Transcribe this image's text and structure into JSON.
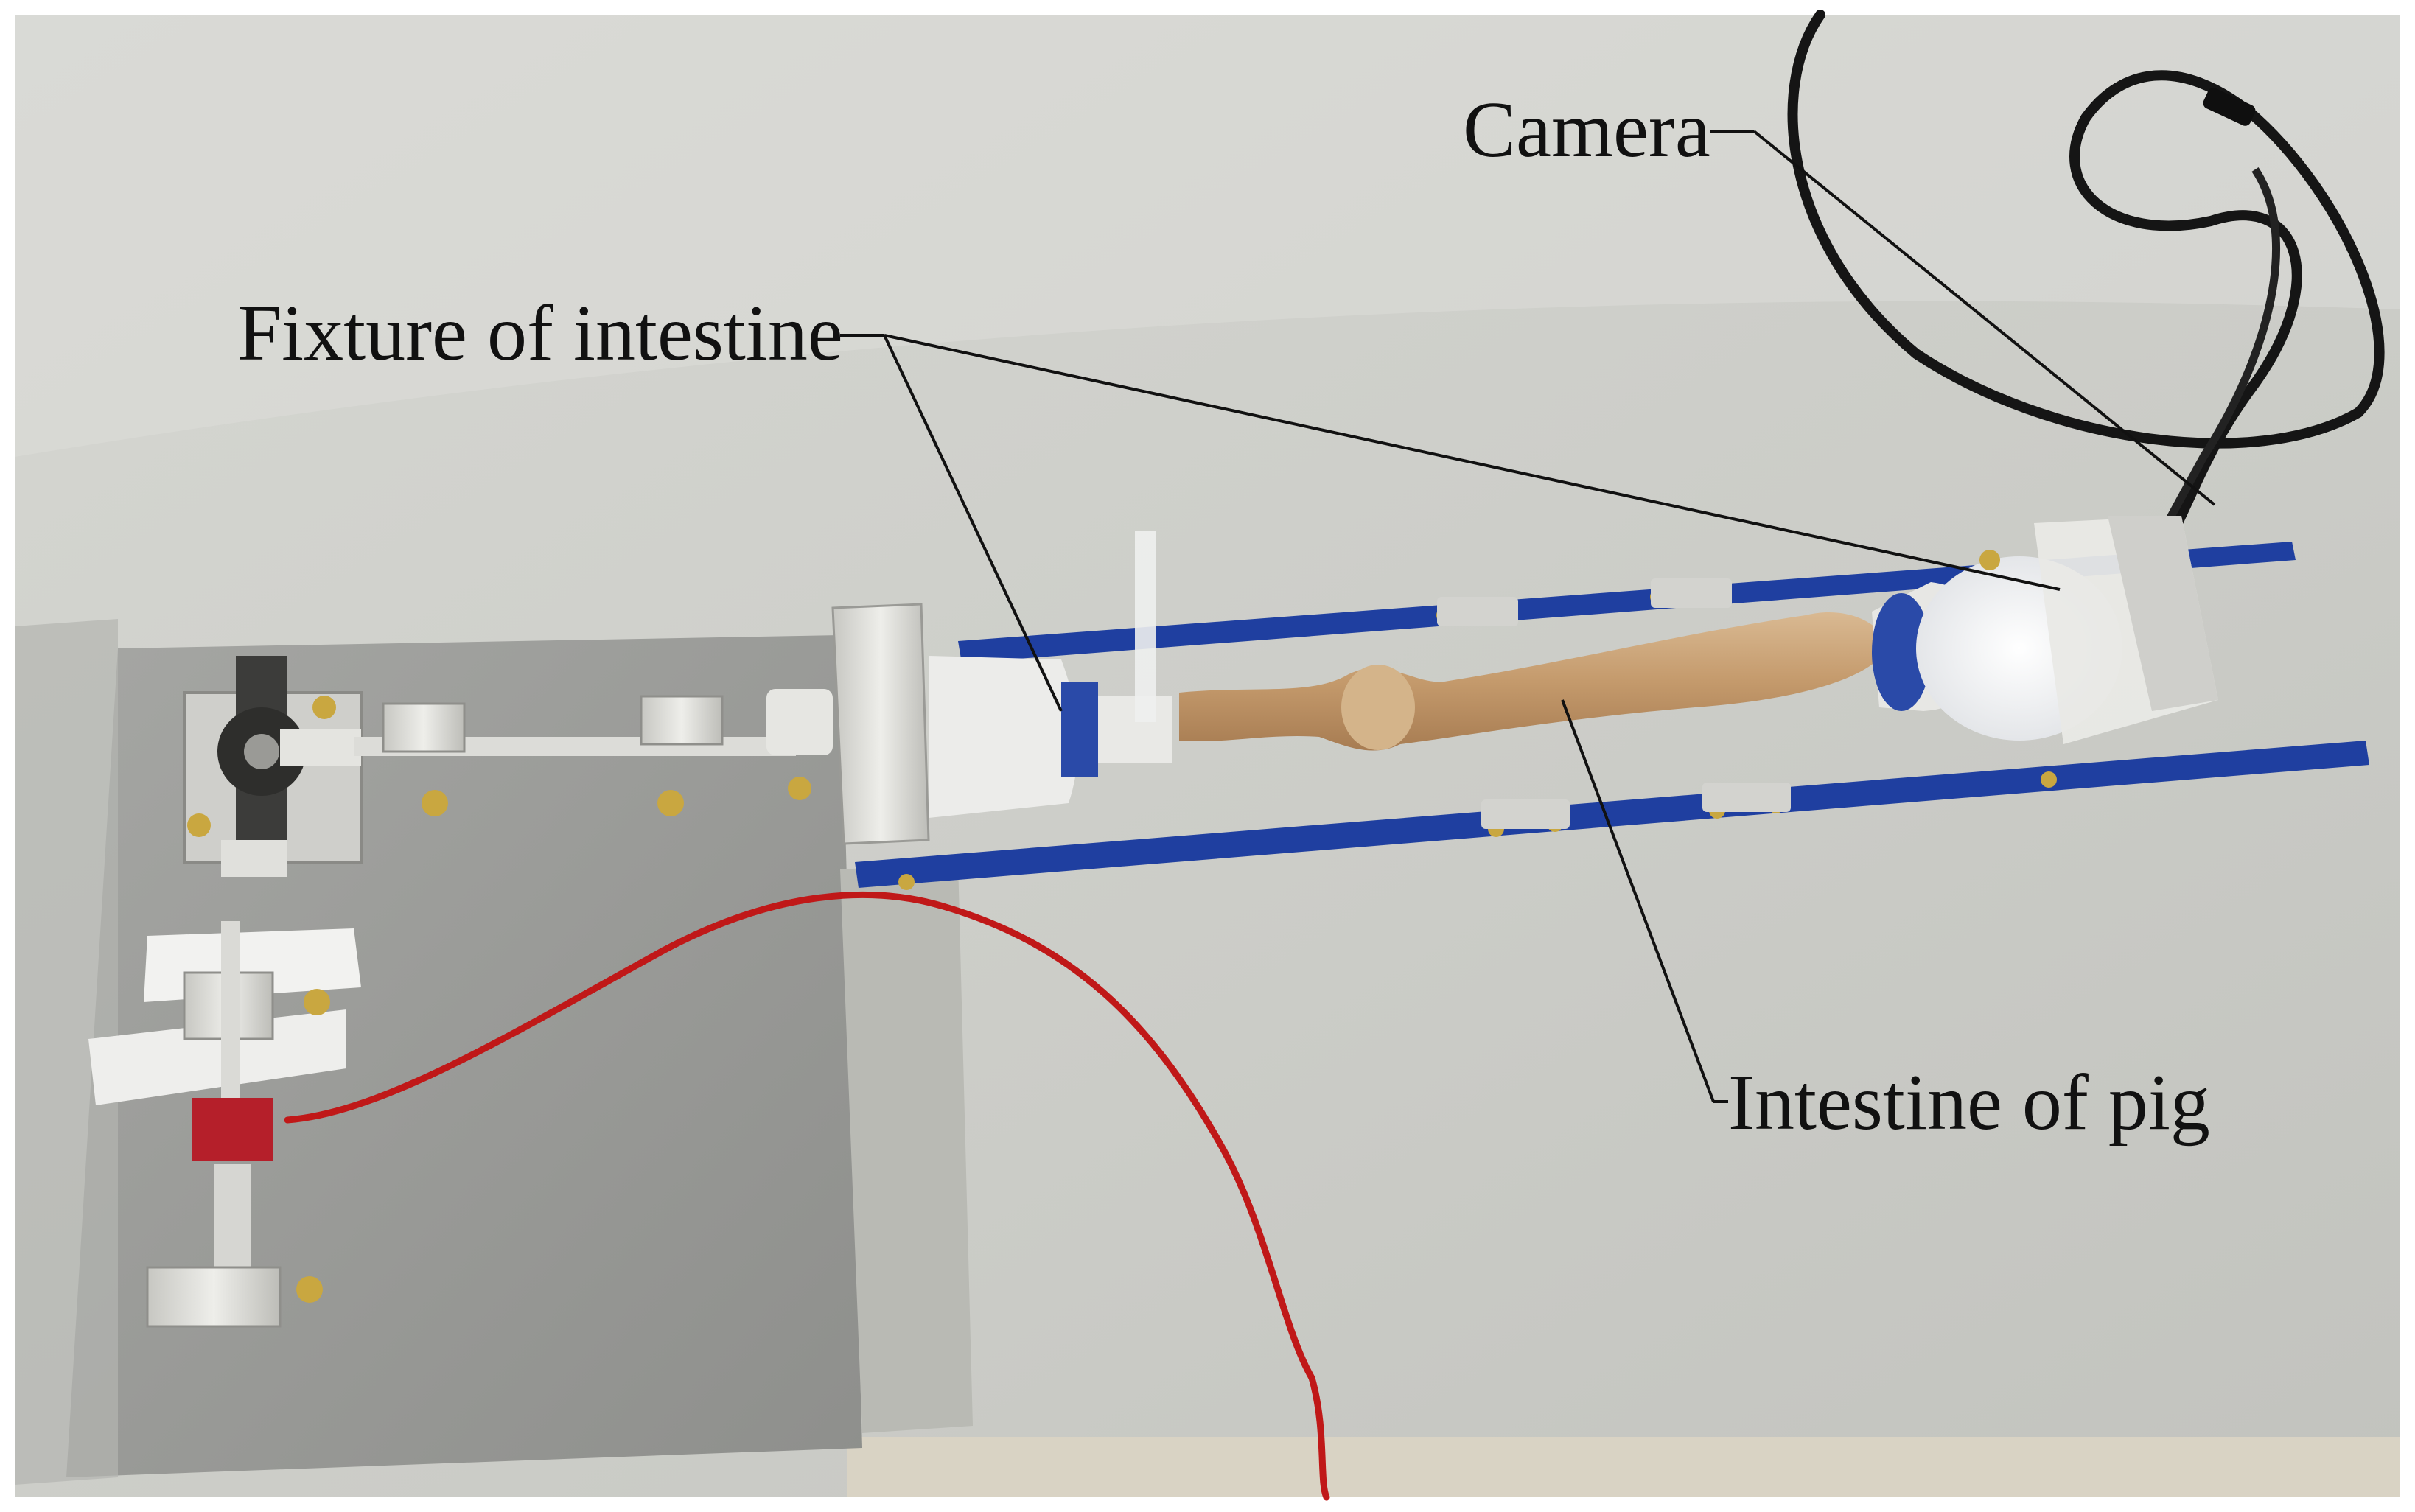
{
  "annotations": {
    "camera": "Camera",
    "fixture": "Fixture of intestine",
    "intestine": "Intestine of pig"
  },
  "colors": {
    "table": "#cfd0cb",
    "plate": "#9c9d9a",
    "rail_blue": "#1f3fa0",
    "cable_black": "#151515",
    "cable_red": "#c01818",
    "intestine": "#c9a37a",
    "aluminum": "#d8d8d4",
    "fixture_white": "#ececea"
  }
}
